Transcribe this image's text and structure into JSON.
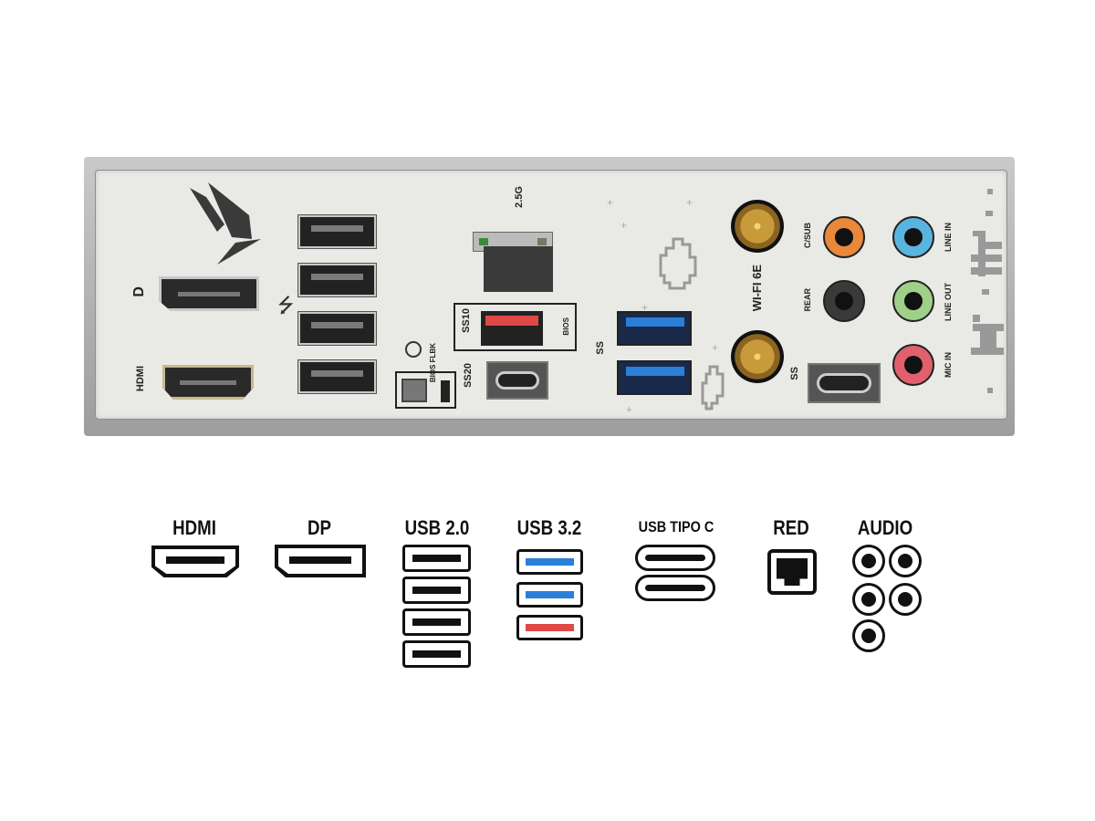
{
  "panel": {
    "dp_label": "D",
    "hdmi_label": "HDMI",
    "lan_label": "2.5G",
    "ss10_label": "SS10",
    "ss20_label": "SS20",
    "ss_label": "SS",
    "bios_label": "BIOS",
    "bios_flbk_label": "BIOS FLBK",
    "wifi_label": "WI-FI 6E",
    "csub_label": "C/SUB",
    "rear_label": "REAR",
    "line_in_label": "LINE IN",
    "line_out_label": "LINE OUT",
    "mic_in_label": "MIC IN",
    "usb_symbol": "⭍"
  },
  "legend": {
    "hdmi": "HDMI",
    "dp": "DP",
    "usb20": "USB 2.0",
    "usb32": "USB 3.2",
    "usbc": "USB TIPO C",
    "red": "RED",
    "audio": "AUDIO"
  },
  "colors": {
    "usb3_blue": "#2a7fd8",
    "usb_red": "#e04848",
    "csub": "#e8883a",
    "line_in": "#5ab4e0",
    "line_out": "#9fd08a",
    "mic_in": "#e0606e"
  }
}
